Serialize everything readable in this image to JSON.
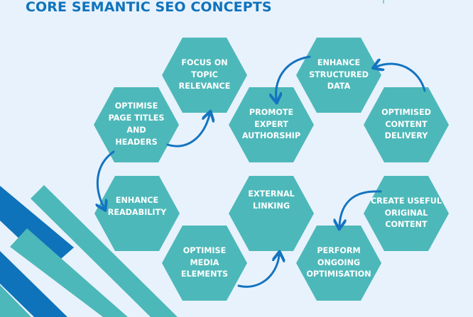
{
  "title": "CORE SEMANTIC SEO CONCEPTS",
  "colors": {
    "background": "#e8f2fc",
    "hexagon": "#4db8b9",
    "arrow": "#1474c0",
    "title": "#0f73bb",
    "stripe_blue": "#0f73bb",
    "stripe_teal": "#4db8b9"
  },
  "concepts": [
    {
      "id": "focus-topic-relevance",
      "label": "FOCUS ON\nTOPIC\nRELEVANCE"
    },
    {
      "id": "optimise-page-titles",
      "label": "OPTIMISE\nPAGE TITLES\nAND\nHEADERS"
    },
    {
      "id": "enhance-structured-data",
      "label": "ENHANCE\nSTRUCTURED\nDATA"
    },
    {
      "id": "promote-expert-authorship",
      "label": "PROMOTE\nEXPERT\nAUTHORSHIP"
    },
    {
      "id": "optimised-content-delivery",
      "label": "OPTIMISED\nCONTENT\nDELIVERY"
    },
    {
      "id": "enhance-readability",
      "label": "ENHANCE\nREADABILITY"
    },
    {
      "id": "external-linking",
      "label": "EXTERNAL\nLINKING"
    },
    {
      "id": "create-useful-content",
      "label": "CREATE USEFUL\nORIGINAL\nCONTENT"
    },
    {
      "id": "optimise-media-elements",
      "label": "OPTIMISE\nMEDIA\nELEMENTS"
    },
    {
      "id": "perform-ongoing-optimisation",
      "label": "PERFORM\nONGOING\nOPTIMISATION"
    }
  ],
  "flows": [
    {
      "from": "optimise-page-titles",
      "to": "focus-topic-relevance"
    },
    {
      "from": "optimise-page-titles",
      "to": "enhance-readability"
    },
    {
      "from": "enhance-structured-data",
      "to": "promote-expert-authorship"
    },
    {
      "from": "optimised-content-delivery",
      "to": "enhance-structured-data"
    },
    {
      "from": "optimise-media-elements",
      "to": "external-linking"
    },
    {
      "from": "create-useful-content",
      "to": "perform-ongoing-optimisation"
    }
  ]
}
